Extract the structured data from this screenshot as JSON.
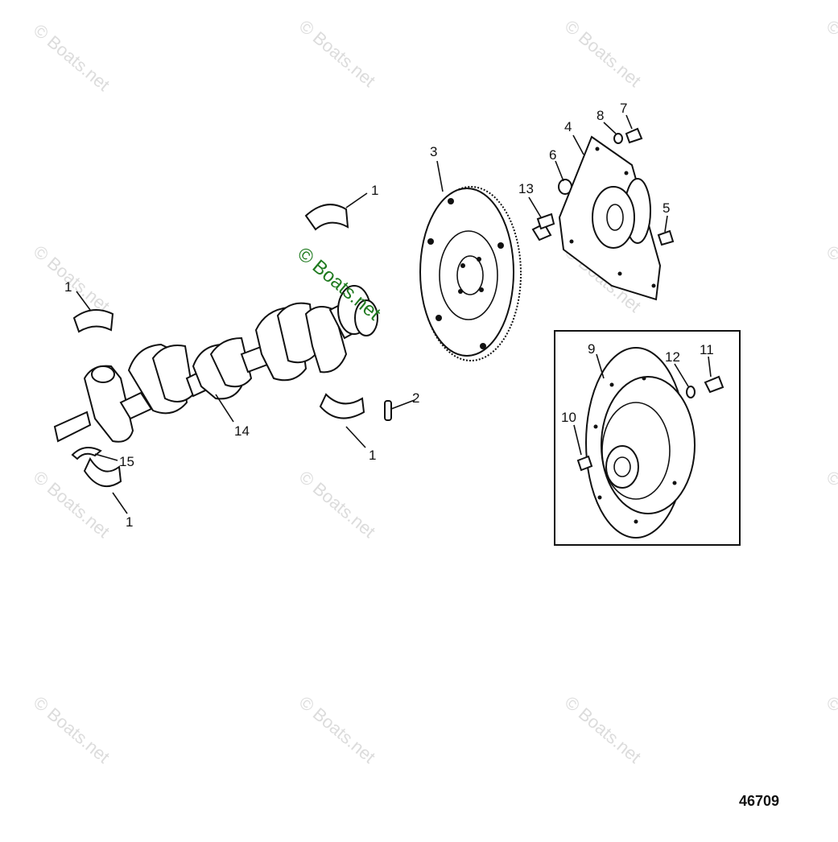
{
  "watermark": {
    "text": "© Boats.net",
    "accent_color": "#1f7a1f",
    "faint_color": "#dcdcdc"
  },
  "diagram_id": "46709",
  "callouts": [
    "1",
    "1",
    "1",
    "1",
    "1",
    "2",
    "3",
    "4",
    "5",
    "6",
    "7",
    "8",
    "9",
    "10",
    "11",
    "12",
    "13",
    "14",
    "15"
  ]
}
